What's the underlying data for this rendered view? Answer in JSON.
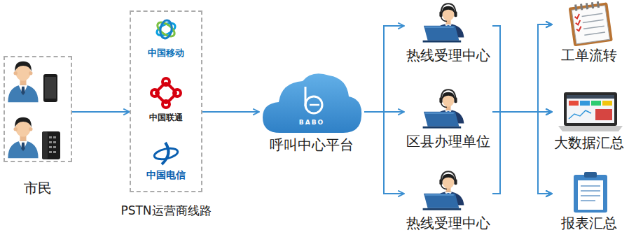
{
  "diagram": {
    "nodes": [
      {
        "text": [
          "市民"
        ]
      },
      {
        "text": [
          "PSTN运营商线路"
        ]
      },
      {
        "text": [
          "BABO",
          "呼叫中心平台"
        ]
      },
      {
        "text": [
          "热线受理中心"
        ]
      },
      {
        "text": [
          "区县办理单位"
        ]
      },
      {
        "text": [
          "热线受理中心"
        ]
      },
      {
        "text": [
          "工单流转"
        ]
      },
      {
        "text": [
          "大数据汇总"
        ]
      },
      {
        "text": [
          "报表汇总"
        ]
      }
    ],
    "edges": [
      {
        "from": 0,
        "to": 1,
        "arrow": "to"
      },
      {
        "from": 1,
        "to": 2,
        "arrow": "to"
      },
      {
        "from": 2,
        "to": 3,
        "arrow": "to"
      },
      {
        "from": 2,
        "to": 4,
        "arrow": "to"
      },
      {
        "from": 2,
        "to": 5,
        "arrow": "to"
      },
      {
        "from": 3,
        "to": 6,
        "arrow": "to"
      },
      {
        "from": 3,
        "to": 7,
        "arrow": "to"
      },
      {
        "from": 3,
        "to": 8,
        "arrow": "to"
      },
      {
        "from": 4,
        "to": 6,
        "arrow": "to"
      },
      {
        "from": 4,
        "to": 7,
        "arrow": "to"
      },
      {
        "from": 4,
        "to": 8,
        "arrow": "to"
      },
      {
        "from": 5,
        "to": 6,
        "arrow": "to"
      },
      {
        "from": 5,
        "to": 7,
        "arrow": "to"
      },
      {
        "from": 5,
        "to": 8,
        "arrow": "to"
      }
    ],
    "labels": [
      "中国移动",
      "中国联通",
      "中国电信"
    ]
  }
}
